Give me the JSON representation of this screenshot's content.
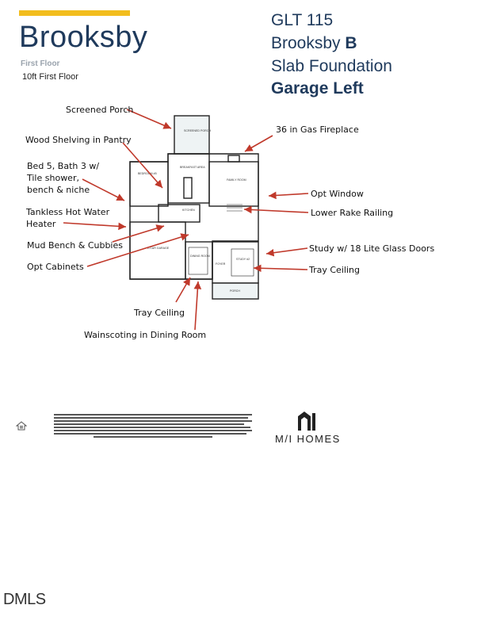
{
  "header": {
    "community": "Brooksby",
    "floor_label": "First Floor",
    "floor_note": "10ft First Floor"
  },
  "info": {
    "lot": "GLT 115",
    "plan_name": "Brooksby",
    "plan_letter": "B",
    "foundation": "Slab Foundation",
    "garage": "Garage Left"
  },
  "callouts": {
    "screened_porch": "Screened Porch",
    "wood_shelving": "Wood Shelving in Pantry",
    "bed5": "Bed 5, Bath 3 w/ Tile shower, bench & niche",
    "tankless": "Tankless Hot Water Heater",
    "mud_bench": "Mud Bench & Cubbies",
    "opt_cabinets": "Opt Cabinets",
    "tray_ceiling_left": "Tray Ceiling",
    "wainscoting": "Wainscoting in Dining Room",
    "gas_fireplace": "36 in Gas Fireplace",
    "opt_window": "Opt Window",
    "lower_rake": "Lower Rake Railing",
    "study": "Study w/ 18 Lite Glass Doors",
    "tray_ceiling_right": "Tray Ceiling"
  },
  "rooms": {
    "screened_porch": "SCREENED PORCH",
    "breakfast": "BREAKFAST AREA",
    "family_room": "FAMILY ROOM",
    "bedroom5": "BEDROOM #5",
    "kitchen": "KITCHEN",
    "garage": "2-CAR GARAGE",
    "dining": "DINING ROOM",
    "foyer": "FOYER",
    "study": "STUDY #2",
    "porch": "PORCH"
  },
  "footer": {
    "brand": "M/I HOMES",
    "watermark": "DMLS"
  },
  "colors": {
    "gold": "#f2bd1e",
    "navy": "#1f3a5c",
    "arrow_red": "#c0392b"
  }
}
